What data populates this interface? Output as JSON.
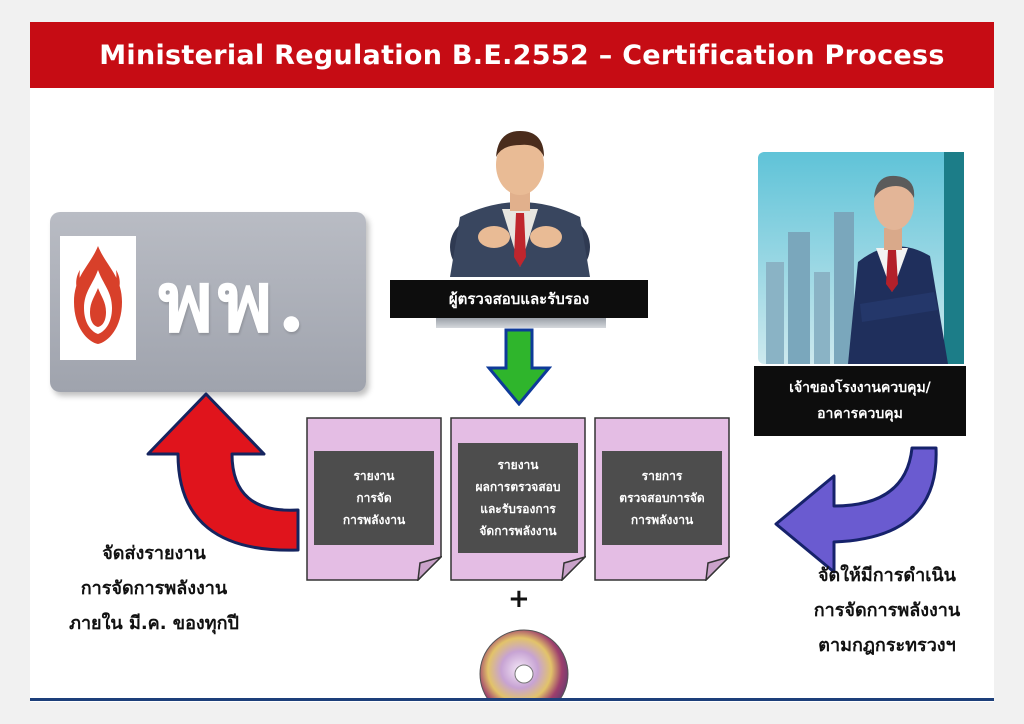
{
  "title": "Ministerial Regulation B.E.2552 – Certification Process",
  "logo": {
    "text": "พพ."
  },
  "inspector": {
    "label": "ผู้ตรวจสอบและรับรอง"
  },
  "owner": {
    "label": "เจ้าของโรงงานควบคุม/\nอาคารควบคุม"
  },
  "documents": [
    {
      "label": "รายงาน\nการจัด\nการพลังงาน"
    },
    {
      "label": "รายงาน\nผลการตรวจสอบ\nและรับรองการ\nจัดการพลังงาน"
    },
    {
      "label": "รายการ\nตรวจสอบการจัด\nการพลังงาน"
    }
  ],
  "plus": "+",
  "left_caption": "จัดส่งรายงาน\nการจัดการพลังงาน\nภายใน มี.ค. ของทุกปี",
  "right_caption": "จัดให้มีการดำเนิน\nการจัดการพลังงาน\nตามกฎกระทรวงฯ",
  "colors": {
    "header": "#c60c14",
    "red_arrow": "#e0141c",
    "green_arrow": "#2fb52c",
    "purple_arrow": "#6a5bd0",
    "document": "#e4bde4",
    "label_box": "#4d4d4d"
  },
  "icons": [
    "flame-logo-icon",
    "inspector-person-icon",
    "owner-businessman-icon",
    "cd-disc-icon"
  ]
}
